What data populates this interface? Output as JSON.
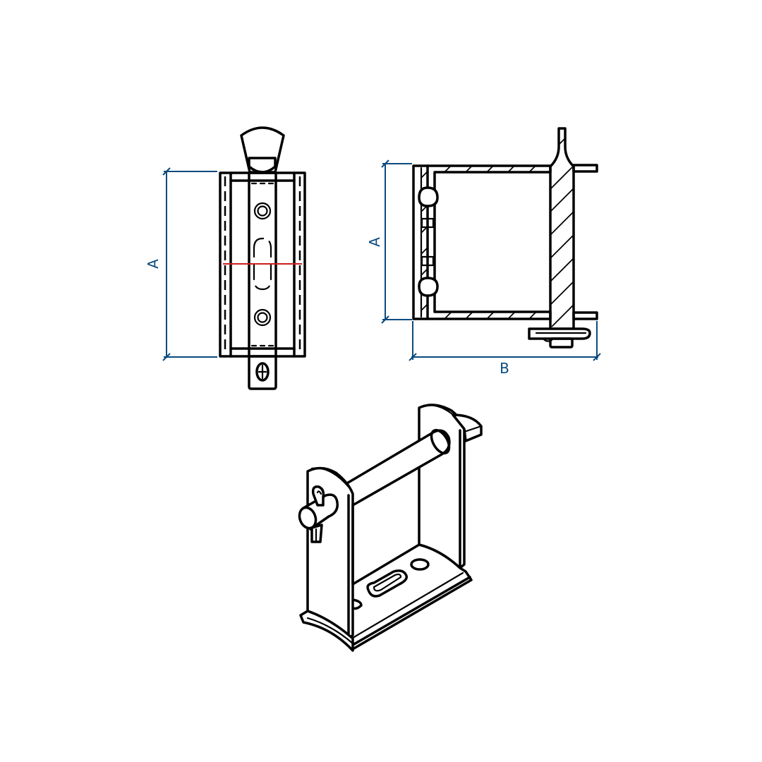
{
  "dimensions": {
    "a_front": "A",
    "a_side": "A",
    "b_side": "B"
  },
  "colors": {
    "dimension": "#0b4a7e",
    "centerline": "#cc1f1f",
    "line": "#000000"
  }
}
